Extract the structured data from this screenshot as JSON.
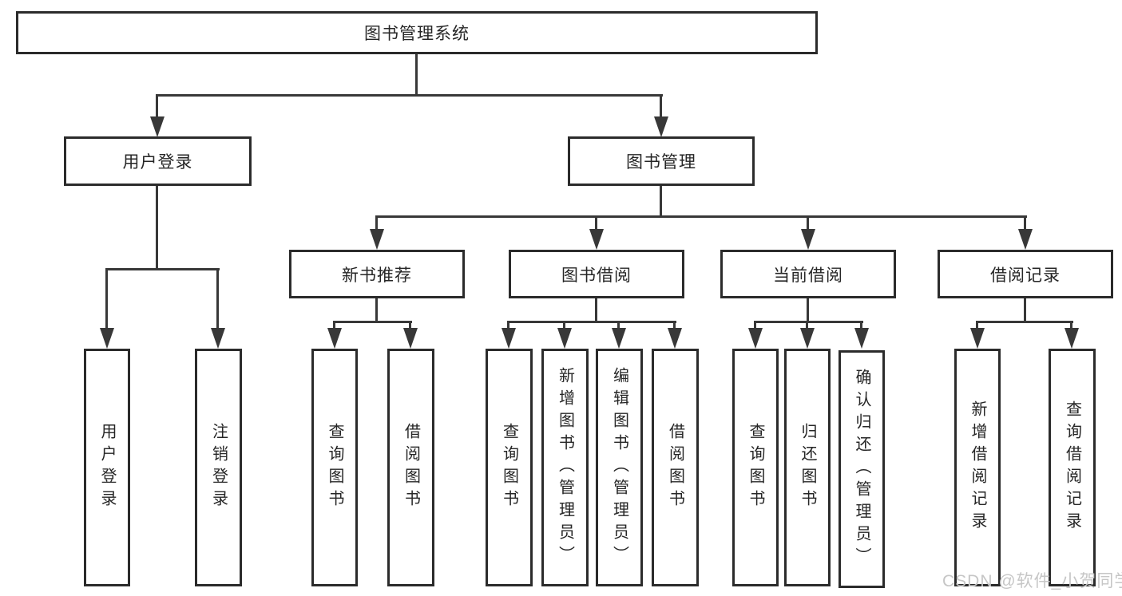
{
  "diagram": {
    "root": {
      "label": "图书管理系统"
    },
    "branches": [
      {
        "label": "用户登录",
        "children": [
          {
            "label": "用户登录"
          },
          {
            "label": "注销登录"
          }
        ]
      },
      {
        "label": "图书管理",
        "children": [
          {
            "label": "新书推荐",
            "children": [
              {
                "label": "查询图书"
              },
              {
                "label": "借阅图书"
              }
            ]
          },
          {
            "label": "图书借阅",
            "children": [
              {
                "label": "查询图书"
              },
              {
                "label": "新增图书（管理员）"
              },
              {
                "label": "编辑图书（管理员）"
              },
              {
                "label": "借阅图书"
              }
            ]
          },
          {
            "label": "当前借阅",
            "children": [
              {
                "label": "查询图书"
              },
              {
                "label": "归还图书"
              },
              {
                "label": "确认归还（管理员）"
              }
            ]
          },
          {
            "label": "借阅记录",
            "children": [
              {
                "label": "新增借阅记录"
              },
              {
                "label": "查询借阅记录"
              }
            ]
          }
        ]
      }
    ]
  },
  "watermark": {
    "text": "CSDN @软件_小贺同学"
  },
  "colors": {
    "line": "#383838",
    "border": "#2b2b2b",
    "text": "#262626",
    "background": "#ffffff",
    "watermark": "#c6c6c6"
  }
}
